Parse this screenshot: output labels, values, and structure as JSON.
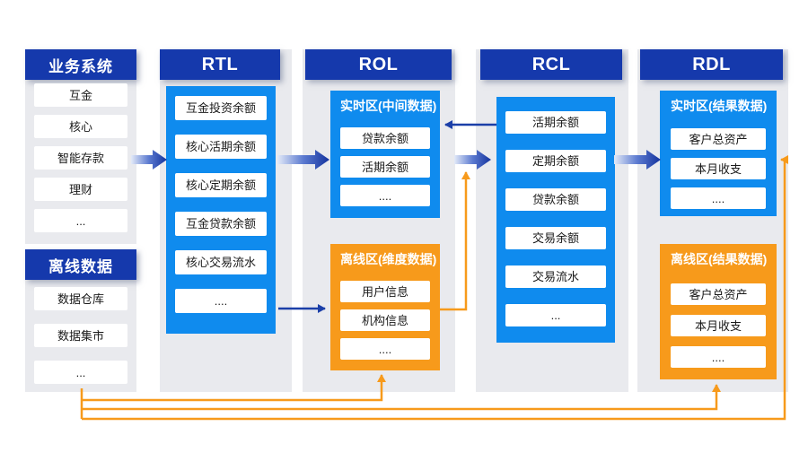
{
  "business_system": {
    "title": "业务系统",
    "items": [
      "互金",
      "核心",
      "智能存款",
      "理财",
      "..."
    ]
  },
  "offline_data": {
    "title": "离线数据",
    "items": [
      "数据仓库",
      "数据集市",
      "..."
    ]
  },
  "rtl": {
    "title": "RTL",
    "items": [
      "互金投资余额",
      "核心活期余额",
      "核心定期余额",
      "互金贷款余额",
      "核心交易流水",
      "...."
    ]
  },
  "rol": {
    "title": "ROL",
    "realtime": {
      "title": "实时区(中间数据)",
      "items": [
        "贷款余额",
        "活期余额",
        "...."
      ]
    },
    "offline": {
      "title": "离线区(维度数据)",
      "items": [
        "用户信息",
        "机构信息",
        "...."
      ]
    }
  },
  "rcl": {
    "title": "RCL",
    "items": [
      "活期余额",
      "定期余额",
      "贷款余额",
      "交易余额",
      "交易流水",
      "..."
    ]
  },
  "rdl": {
    "title": "RDL",
    "realtime": {
      "title": "实时区(结果数据)",
      "items": [
        "客户总资产",
        "本月收支",
        "...."
      ]
    },
    "offline": {
      "title": "离线区(结果数据)",
      "items": [
        "客户总资产",
        "本月收支",
        "...."
      ]
    }
  },
  "colors": {
    "header_blue": "#1539ac",
    "container_blue": "#0f8bee",
    "container_orange": "#f79a1b",
    "panel_gray": "#e9eaee",
    "line_blue": "#1b3fa8",
    "line_orange": "#f79a1b"
  }
}
